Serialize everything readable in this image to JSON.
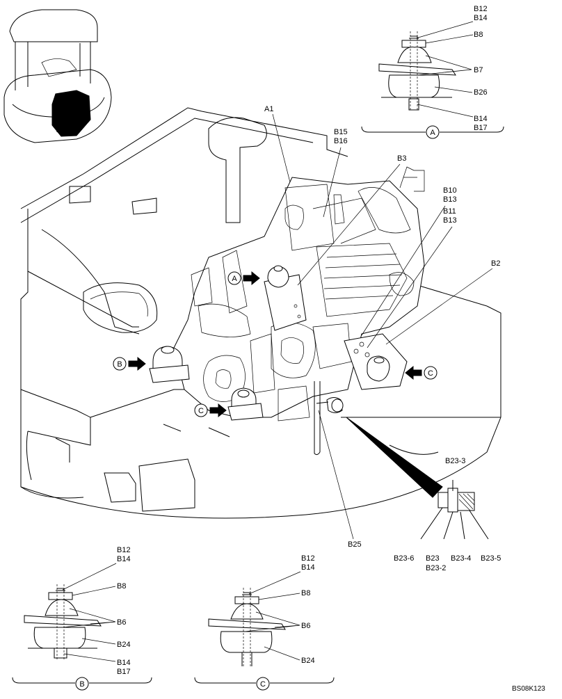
{
  "drawing_code": "BS08K123",
  "callouts": {
    "A1": "A1",
    "B2": "B2",
    "B3": "B3",
    "B10_B13": [
      "B10",
      "B13"
    ],
    "B11_B13": [
      "B11",
      "B13"
    ],
    "B15_B16": [
      "B15",
      "B16"
    ],
    "B25": "B25"
  },
  "view_markers": {
    "A": "A",
    "B": "B",
    "C": "C"
  },
  "detail_A": {
    "letter": "A",
    "labels": {
      "top": [
        "B12",
        "B14"
      ],
      "washer": "B8",
      "rubber": "B7",
      "base": "B26",
      "bottom": [
        "B14",
        "B17"
      ]
    }
  },
  "detail_B": {
    "letter": "B",
    "labels": {
      "top": [
        "B12",
        "B14"
      ],
      "washer": "B8",
      "rubber": "B6",
      "base": "B24",
      "bottom": [
        "B14",
        "B17"
      ]
    }
  },
  "detail_C": {
    "letter": "C",
    "labels": {
      "top": [
        "B12",
        "B14"
      ],
      "washer": "B8",
      "rubber": "B6",
      "base": "B24"
    }
  },
  "detail_B23": {
    "labels": {
      "b23_3": "B23-3",
      "b23_6": "B23-6",
      "b23": "B23",
      "b23_2": "B23-2",
      "b23_4": "B23-4",
      "b23_5": "B23-5"
    }
  }
}
